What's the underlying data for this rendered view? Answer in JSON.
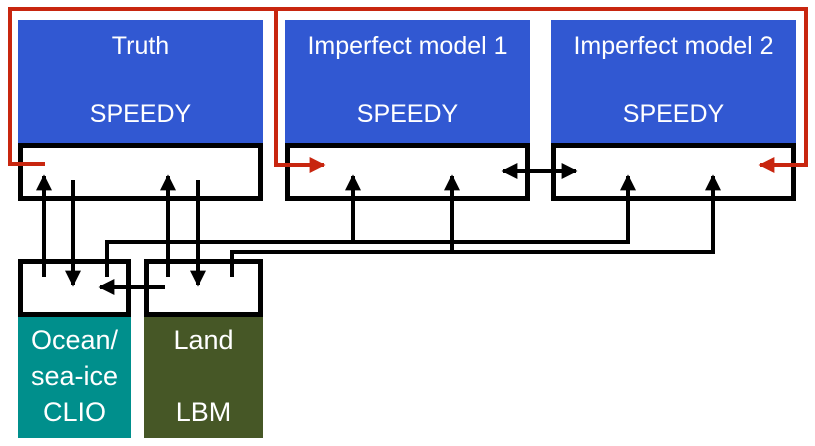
{
  "diagram": {
    "atmosphere_models": [
      {
        "title": "Truth",
        "model": "SPEEDY"
      },
      {
        "title": "Imperfect model 1",
        "model": "SPEEDY"
      },
      {
        "title": "Imperfect model 2",
        "model": "SPEEDY"
      }
    ],
    "components": [
      {
        "lines": [
          "Ocean/",
          "sea-ice",
          "CLIO"
        ],
        "color": "#008f8c"
      },
      {
        "lines": [
          "Land",
          "",
          "LBM"
        ],
        "color": "#465726"
      }
    ],
    "colors": {
      "atmosphere": "#3158d2",
      "truth_link": "#c8260f",
      "coupler_link": "#000000"
    }
  }
}
